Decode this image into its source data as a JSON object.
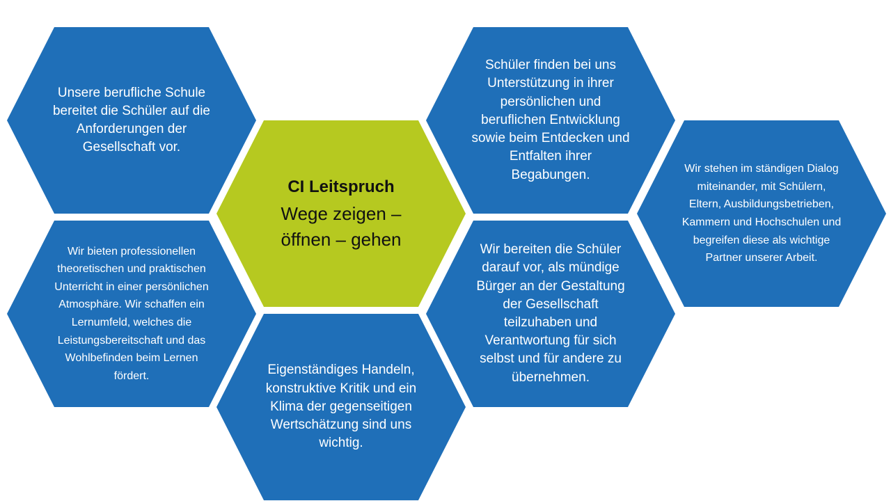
{
  "center": {
    "title": "CI Leitspruch",
    "motto": "Wege zeigen – öffnen – gehen"
  },
  "hexagons": {
    "top_left": "Unsere berufliche Schule bereitet die Schüler auf die Anforderungen der Gesellschaft vor.",
    "mid_left": "Wir bieten professionellen theoretischen und praktischen Unterricht in einer persönlichen Atmosphäre. Wir schaffen ein Lernumfeld, welches die Leistungsbereitschaft und das Wohlbefinden beim Lernen fördert.",
    "bottom_center": "Eigenständiges Handeln, konstruktive Kritik und ein Klima der gegenseitigen Wertschätzung sind uns wichtig.",
    "top_mid": "Schüler finden bei uns Unterstützung in ihrer persönlichen und beruflichen Entwicklung sowie beim Entdecken und Entfalten ihrer Begabungen.",
    "mid_right": "Wir bereiten die Schüler darauf vor, als mündige Bürger an der Gestaltung der Gesellschaft teilzuhaben und Verantwortung für sich selbst und für andere zu übernehmen.",
    "far_right": "Wir stehen im ständigen Dialog miteinander, mit Schülern, Eltern, Ausbildungsbetrieben, Kammern und Hochschulen und begreifen diese als wichtige Partner unserer Arbeit."
  },
  "colors": {
    "hex_blue": "#1f6fb8",
    "center_green": "#b6c920"
  }
}
